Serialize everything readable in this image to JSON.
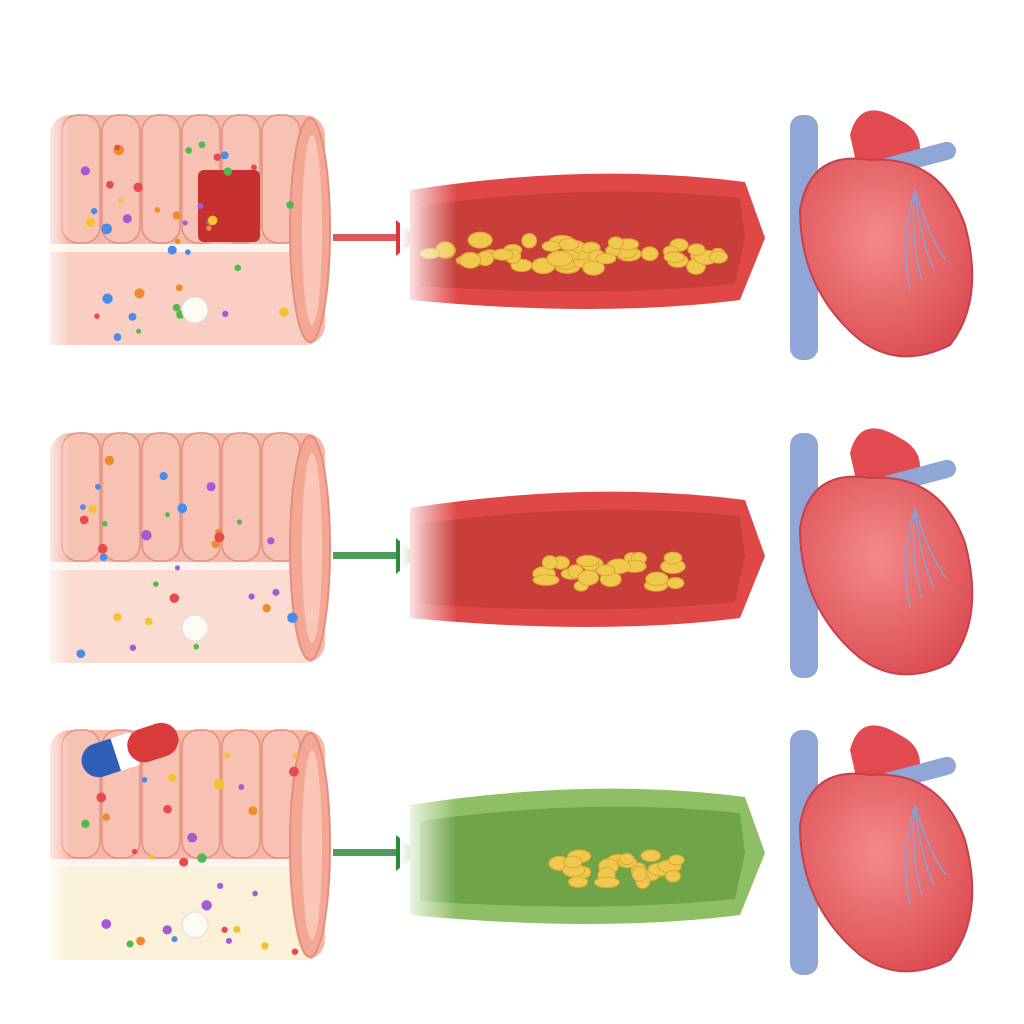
{
  "colors": {
    "background": "#ffffff",
    "intestine_tissue": "#f6b8a8",
    "intestine_outline": "#e58f7e",
    "arrow_red": "#d8383a",
    "arrow_green": "#2e8b3e",
    "vessel_red": "#e04848",
    "vessel_green": "#8fbf64",
    "plaque": "#f1c84e",
    "heart_red": "#e85a5e",
    "vein_blue": "#8fa6d6"
  },
  "rows": [
    {
      "id": "row-1",
      "arrow": "red",
      "vessel": "red",
      "plaque_level": "high",
      "capsule": false,
      "submucosa": "#f9cfc3"
    },
    {
      "id": "row-2",
      "arrow": "green",
      "vessel": "red",
      "plaque_level": "medium",
      "capsule": false,
      "submucosa": "#fbdcd2"
    },
    {
      "id": "row-3",
      "arrow": "green",
      "vessel": "green",
      "plaque_level": "medium",
      "capsule": true,
      "submucosa": "#fbf0d8"
    }
  ],
  "icons": [
    "intestine-icon",
    "arrow-icon",
    "blood-vessel-icon",
    "heart-icon",
    "capsule-icon"
  ]
}
